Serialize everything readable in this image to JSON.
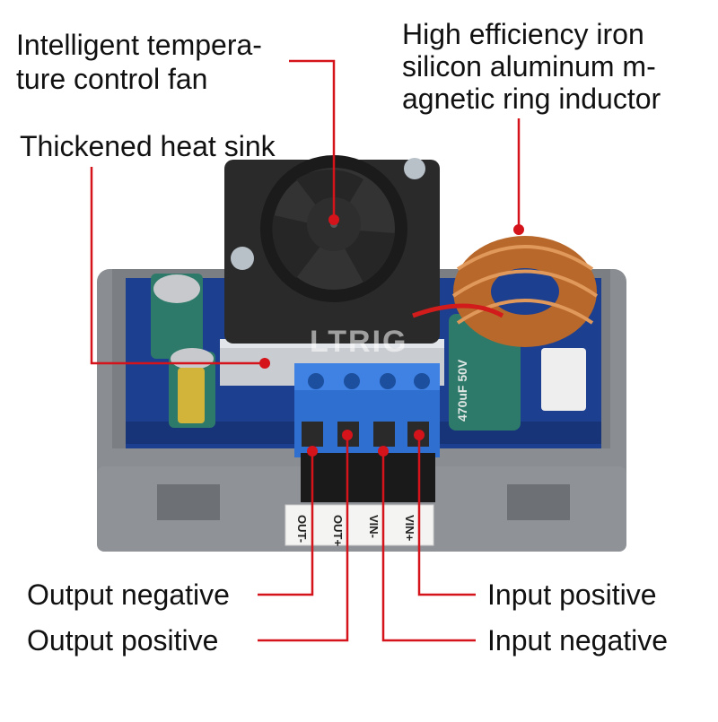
{
  "labels": {
    "fan_line1": "Intelligent tempera-",
    "fan_line2": "ture control fan",
    "heatsink": "Thickened heat sink",
    "inductor_line1": "High efficiency iron",
    "inductor_line2": "silicon aluminum m-",
    "inductor_line3": "agnetic ring inductor",
    "out_neg": "Output negative",
    "out_pos": "Output  positive",
    "in_pos": "Input  positive",
    "in_neg": "Input negative"
  },
  "terminal_labels": [
    "OUT-",
    "OUT+",
    "VIN-",
    "VIN+"
  ],
  "watermark": "LTRIG",
  "capacitor_text": "470uF 50V",
  "colors": {
    "leader": "#d4141a",
    "housing": "#8a8d92",
    "pcb": "#1d3f8f",
    "terminal": "#2f6fd0",
    "fan": "#2a2a2a",
    "capacitor": "#2e7a6a",
    "copper": "#b8682a"
  }
}
